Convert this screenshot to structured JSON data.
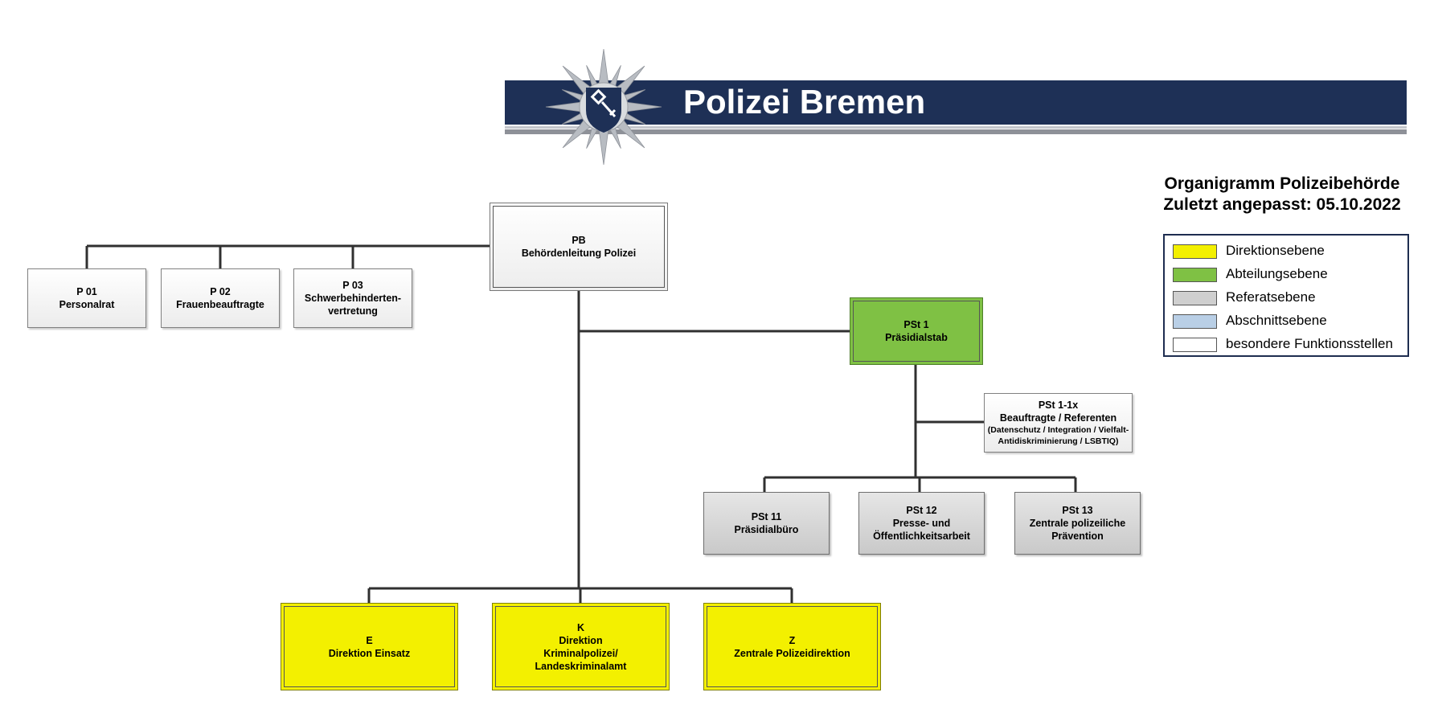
{
  "header": {
    "brand": "Polizei Bremen"
  },
  "title": {
    "line1": "Organigramm Polizeibehörde",
    "line2": "Zuletzt angepasst: 05.10.2022"
  },
  "legend": [
    {
      "label": "Direktionsebene",
      "color": "#f3f000"
    },
    {
      "label": "Abteilungsebene",
      "color": "#7fc144"
    },
    {
      "label": "Referatsebene",
      "color": "#cfcfcf"
    },
    {
      "label": "Abschnittsebene",
      "color": "#b9cfe6"
    },
    {
      "label": "besondere Funktionsstellen",
      "color": "#ffffff"
    }
  ],
  "units": {
    "pb": {
      "code": "PB",
      "name": "Behördenleitung Polizei"
    },
    "p01": {
      "code": "P 01",
      "name": "Personalrat"
    },
    "p02": {
      "code": "P 02",
      "name": "Frauenbeauftragte"
    },
    "p03": {
      "code": "P 03",
      "name1": "Schwerbehinderten-",
      "name2": "vertretung"
    },
    "pst1": {
      "code": "PSt 1",
      "name": "Präsidialstab"
    },
    "pst1x": {
      "code": "PSt 1-1x",
      "name": "Beauftragte / Referenten",
      "detail1": "(Datenschutz / Integration / Vielfalt-",
      "detail2": "Antidiskriminierung / LSBTIQ)"
    },
    "pst11": {
      "code": "PSt 11",
      "name": "Präsidialbüro"
    },
    "pst12": {
      "code": "PSt 12",
      "name1": "Presse- und",
      "name2": "Öffentlichkeitsarbeit"
    },
    "pst13": {
      "code": "PSt 13",
      "name1": "Zentrale polizeiliche",
      "name2": "Prävention"
    },
    "e": {
      "code": "E",
      "name": "Direktion Einsatz"
    },
    "k": {
      "code": "K",
      "name1": "Direktion",
      "name2": "Kriminalpolizei/",
      "name3": "Landeskriminalamt"
    },
    "z": {
      "code": "Z",
      "name": "Zentrale Polizeidirektion"
    }
  }
}
